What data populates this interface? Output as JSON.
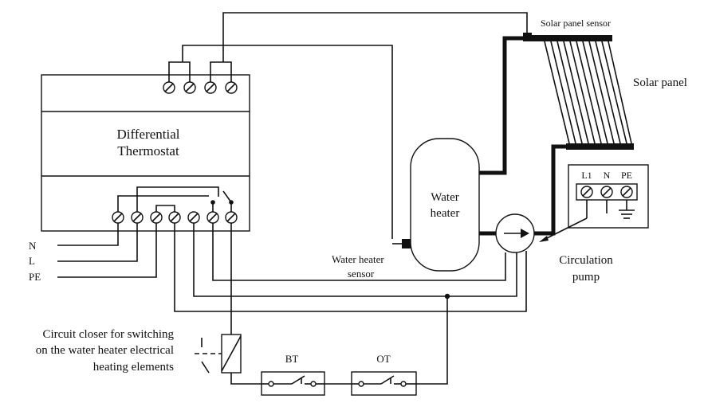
{
  "labels": {
    "thermostat_line1": "Differential",
    "thermostat_line2": "Thermostat",
    "solar_panel_sensor": "Solar  panel sensor",
    "solar_panel": "Solar panel",
    "water_heater_line1": "Water",
    "water_heater_line2": "heater",
    "water_heater_sensor_line1": "Water heater",
    "water_heater_sensor_line2": "sensor",
    "circulation_pump_line1": "Circulation",
    "circulation_pump_line2": "pump",
    "terminal_l1": "L1",
    "terminal_n": "N",
    "terminal_pe": "PE",
    "supply_n": "N",
    "supply_l": "L",
    "supply_pe": "PE",
    "circuit_closer_line1": "Circuit closer for switching",
    "circuit_closer_line2": "on the water heater electrical",
    "circuit_closer_line3": "heating elements",
    "bt": "BT",
    "ot": "OT"
  }
}
